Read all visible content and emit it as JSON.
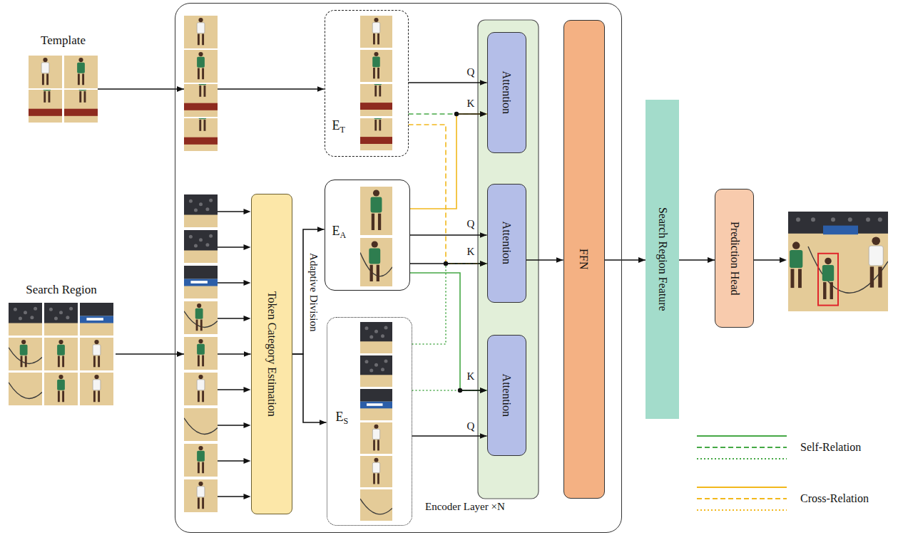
{
  "diagram": {
    "nodes": [
      {
        "text": [
          "Template"
        ]
      },
      {
        "text": [
          "Search Region"
        ]
      },
      {
        "text": [
          "Encoder Layer ×N"
        ]
      },
      {
        "text": [
          "Token Category Estimation"
        ],
        "in": 2
      },
      {
        "text": [
          "E",
          "T"
        ],
        "in": 2
      },
      {
        "text": [
          "E",
          "A"
        ],
        "in": 2
      },
      {
        "text": [
          "E",
          "S"
        ],
        "in": 2
      },
      {
        "text": [
          "Attention"
        ],
        "in": 2
      },
      {
        "text": [
          "Attention"
        ],
        "in": 2
      },
      {
        "text": [
          "Attention"
        ],
        "in": 2
      },
      {
        "text": [
          "FFN"
        ],
        "in": 2
      },
      {
        "text": [
          "Search Region Feature"
        ]
      },
      {
        "text": [
          "Prediction Head"
        ]
      }
    ],
    "edges": [
      {
        "from": 0,
        "to": 4,
        "arrow": "to"
      },
      {
        "from": 1,
        "to": 3,
        "arrow": "to"
      },
      {
        "from": 3,
        "to": 5,
        "arrow": "to"
      },
      {
        "from": 3,
        "to": 6,
        "arrow": "to"
      },
      {
        "from": 4,
        "to": 7,
        "label": "Q",
        "arrow": "to"
      },
      {
        "from": 4,
        "to": 7,
        "arrow": "to"
      },
      {
        "from": 5,
        "to": 7,
        "arrow": "to"
      },
      {
        "from": 5,
        "to": 8,
        "label": "Q",
        "arrow": "to"
      },
      {
        "from": 5,
        "to": 8,
        "arrow": "to"
      },
      {
        "from": 4,
        "to": 8,
        "arrow": "to"
      },
      {
        "from": 6,
        "to": 8,
        "arrow": "to"
      },
      {
        "from": 6,
        "to": 9,
        "label": "Q",
        "arrow": "to"
      },
      {
        "from": 6,
        "to": 9,
        "arrow": "to"
      },
      {
        "from": 5,
        "to": 9,
        "arrow": "to"
      },
      {
        "from": 8,
        "to": 10,
        "arrow": "to"
      },
      {
        "from": 10,
        "to": 11,
        "arrow": "to"
      },
      {
        "from": 11,
        "to": 12,
        "arrow": "to"
      }
    ],
    "labels": [
      "Adaptive Division",
      "K",
      "K",
      "K"
    ],
    "legend": [
      {
        "text": "Self-Relation"
      },
      {
        "text": "Cross-Relation"
      }
    ]
  }
}
